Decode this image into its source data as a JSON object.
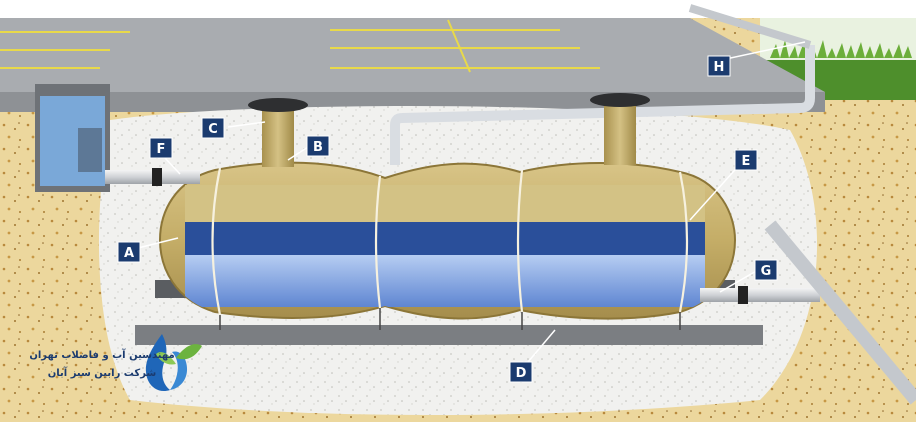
{
  "callouts": [
    {
      "id": "A",
      "label": "A"
    },
    {
      "id": "B",
      "label": "B"
    },
    {
      "id": "C",
      "label": "C"
    },
    {
      "id": "D",
      "label": "D"
    },
    {
      "id": "E",
      "label": "E"
    },
    {
      "id": "F",
      "label": "F"
    },
    {
      "id": "G",
      "label": "G"
    },
    {
      "id": "H",
      "label": "H"
    }
  ],
  "logo": {
    "line1": "مهندسین آب و فاضلاب تهران",
    "line2": "شرکت رابین سبز آبان"
  },
  "colors": {
    "soil": "#e9d49a",
    "gravel": "#efefef",
    "asphalt": "#a6a9ad",
    "tank_shell": "#cbb574",
    "water_dark": "#2a4f9a",
    "water_light": "#8fb2ea",
    "callout_bg": "#1b3b6f",
    "grass": "#5a9a33"
  }
}
